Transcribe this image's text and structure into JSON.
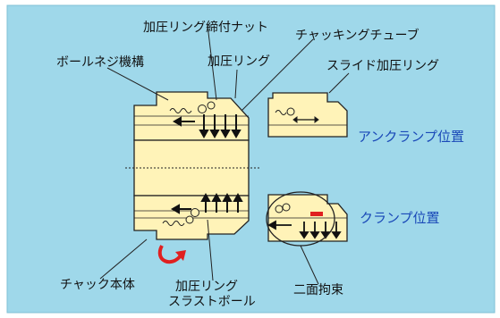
{
  "labels": {
    "nut": "加圧リング締付ナット",
    "ball_screw": "ボールネジ機構",
    "pressure_ring": "加圧リング",
    "chucking_tube": "チャッキングチューブ",
    "slide_ring": "スライド加圧リング",
    "unclamp": "アンクランプ位置",
    "clamp": "クランプ位置",
    "chuck_body": "チャック本体",
    "thrust_ball_1": "加圧リング",
    "thrust_ball_2": "スラストボール",
    "two_face": "二面拘束"
  },
  "colors": {
    "background": "#9fd8ea",
    "metal": "#fff3b8",
    "outline": "#222222",
    "accent_blue": "#1a49b8",
    "accent_red": "#e02020"
  }
}
